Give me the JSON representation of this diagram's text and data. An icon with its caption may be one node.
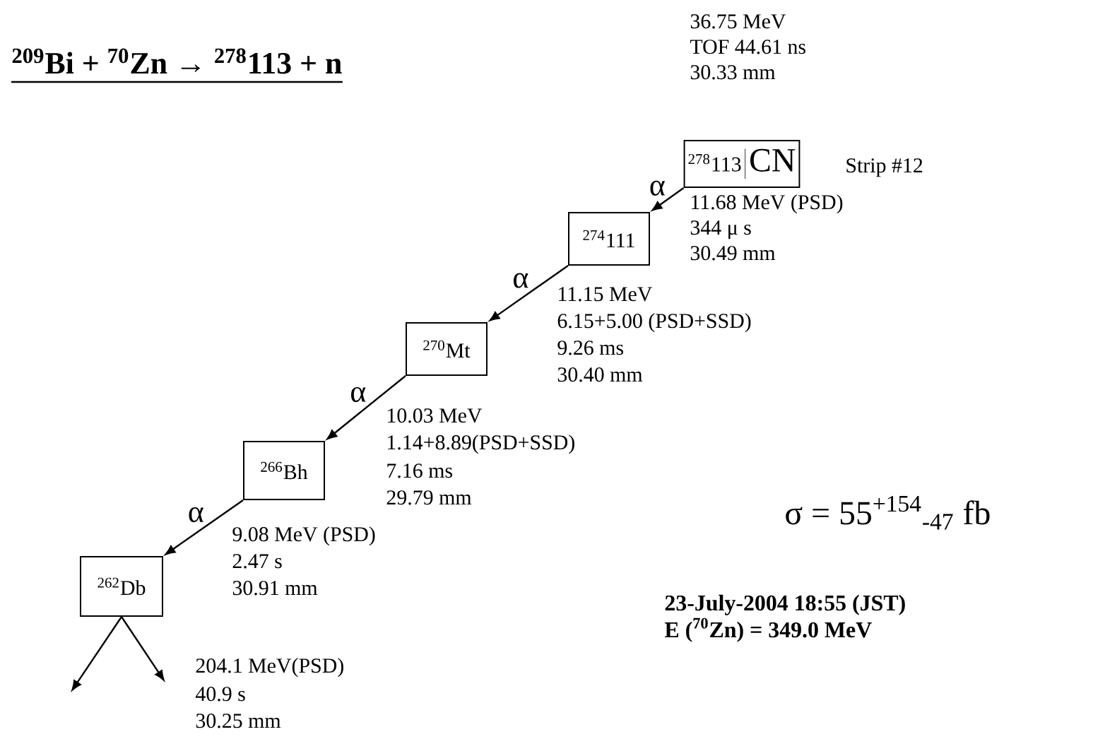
{
  "diagram": {
    "title": "$^{209}$Bi + $^{70}$Zn → $^{278}$113 + n",
    "nodes": [
      {
        "text": [
          "$^{278}$113",
          "CN"
        ],
        "beside": [
          "36.75 MeV",
          "TOF 44.61 ns",
          "30.33 mm"
        ]
      },
      {
        "text": [
          "$^{274}$111"
        ]
      },
      {
        "text": [
          "$^{270}$Mt"
        ]
      },
      {
        "text": [
          "$^{266}$Bh"
        ]
      },
      {
        "text": [
          "$^{262}$Db"
        ]
      }
    ],
    "edges": [
      {
        "from": 0,
        "to": 1,
        "arrow": "to",
        "label": "α"
      },
      {
        "from": 1,
        "to": 2,
        "arrow": "to",
        "label": "α"
      },
      {
        "from": 2,
        "to": 3,
        "arrow": "to",
        "label": "α"
      },
      {
        "from": 3,
        "to": 4,
        "arrow": "to",
        "label": "α"
      },
      {
        "from": 4,
        "to": null,
        "arrow": "to"
      },
      {
        "from": 4,
        "to": null,
        "arrow": "to"
      }
    ],
    "labels": [
      "Strip #12",
      "11.68 MeV (PSD)",
      "344 μ s",
      "30.49 mm",
      "11.15 MeV",
      "6.15+5.00 (PSD+SSD)",
      "9.26 ms",
      "30.40 mm",
      "10.03 MeV",
      "1.14+8.89(PSD+SSD)",
      "7.16 ms",
      "29.79 mm",
      "9.08 MeV (PSD)",
      "2.47 s",
      "30.91 mm",
      "σ = 55$^{+154}$$_{-47}$ fb",
      "204.1 MeV(PSD)",
      "40.9 s",
      "30.25 mm",
      "23-July-2004 18:55 (JST)",
      "E ($^{70}$Zn) = 349.0 MeV"
    ]
  }
}
